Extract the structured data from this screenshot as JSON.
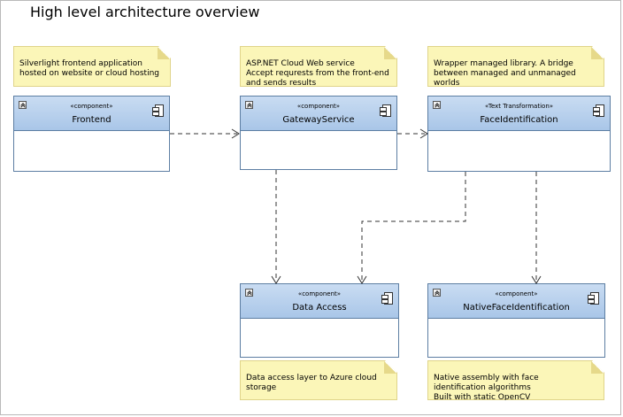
{
  "title": "High level architecture overview",
  "components": [
    {
      "stereotype": "«component»",
      "name": "Frontend"
    },
    {
      "stereotype": "«component»",
      "name": "GatewayService"
    },
    {
      "stereotype": "«Text Transformation»",
      "name": "FaceIdentification"
    },
    {
      "stereotype": "«component»",
      "name": "Data Access"
    },
    {
      "stereotype": "«component»",
      "name": "NativeFaceIdentification"
    }
  ],
  "notes": [
    {
      "text": "Silverlight frontend application\nhosted on website or cloud hosting"
    },
    {
      "text": "ASP.NET Cloud Web service\nAccept requrests from the front-end\nand sends results"
    },
    {
      "text": "Wrapper managed library. A bridge\nbetween managed and unmanaged\nworlds"
    },
    {
      "text": "Data access layer to Azure cloud\nstorage"
    },
    {
      "text": "Native assembly with face\nidentification algorithms\nBuilt with static OpenCV"
    }
  ],
  "connectors": [
    {
      "from": "Frontend",
      "to": "GatewayService",
      "style": "dashed",
      "arrow": "open"
    },
    {
      "from": "GatewayService",
      "to": "FaceIdentification",
      "style": "dashed",
      "arrow": "open"
    },
    {
      "from": "GatewayService",
      "to": "Data Access",
      "style": "dashed",
      "arrow": "open"
    },
    {
      "from": "FaceIdentification",
      "to": "Data Access",
      "style": "dashed",
      "arrow": "open"
    },
    {
      "from": "FaceIdentification",
      "to": "NativeFaceIdentification",
      "style": "dashed",
      "arrow": "open"
    }
  ],
  "colors": {
    "component_header": "#b9d1ee",
    "component_border": "#5d7ea3",
    "note_fill": "#fbf6b8",
    "connector": "#333333"
  }
}
